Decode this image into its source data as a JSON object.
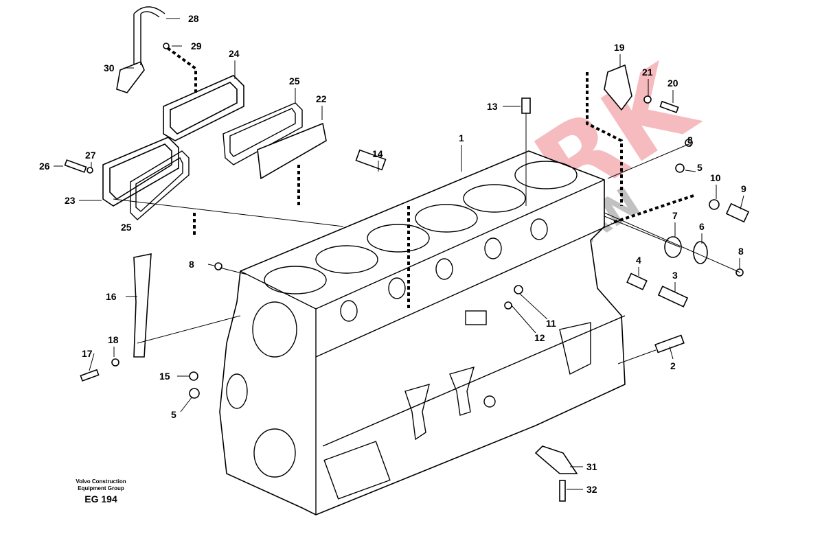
{
  "diagram": {
    "callouts": [
      "28",
      "29",
      "30",
      "24",
      "25",
      "22",
      "13",
      "19",
      "21",
      "20",
      "1",
      "14",
      "27",
      "26",
      "8",
      "5",
      "10",
      "9",
      "23",
      "25",
      "7",
      "6",
      "8",
      "4",
      "8",
      "3",
      "16",
      "11",
      "12",
      "18",
      "17",
      "2",
      "15",
      "5",
      "31",
      "32"
    ]
  },
  "footer": {
    "company_line1": "Volvo Construction",
    "company_line2": "Equipment Group",
    "code": "EG 194"
  },
  "watermark": {
    "brand": "VATORK",
    "sub": "ŞANZIMAN"
  }
}
